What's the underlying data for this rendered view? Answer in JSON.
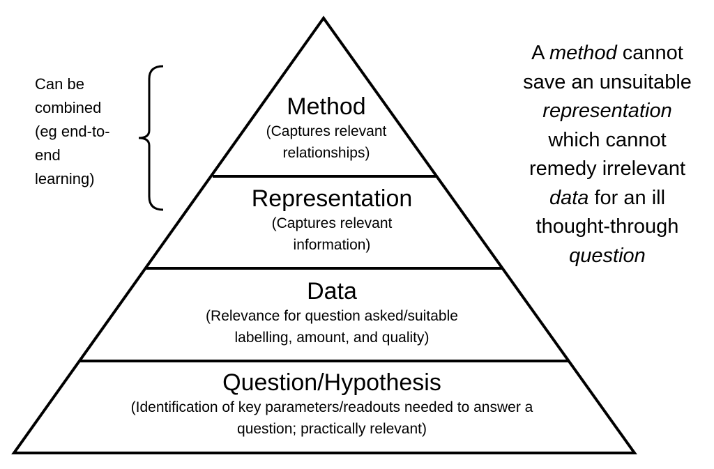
{
  "side_note": {
    "lines": [
      "Can be",
      "combined",
      "(eg end-to-",
      "end",
      "learning)"
    ]
  },
  "tiers": [
    {
      "title": "Method",
      "desc_lines": [
        "(Captures relevant",
        "relationships)"
      ]
    },
    {
      "title": "Representation",
      "desc_lines": [
        "(Captures relevant",
        "information)"
      ]
    },
    {
      "title": "Data",
      "desc_lines": [
        "(Relevance for question asked/suitable",
        "labelling, amount, and quality)"
      ]
    },
    {
      "title": "Question/Hypothesis",
      "desc_lines": [
        "(Identification of key parameters/readouts needed to answer a",
        "question; practically relevant)"
      ]
    }
  ],
  "statement": {
    "lines": [
      {
        "pre": "A ",
        "em": "method",
        "post": " cannot"
      },
      {
        "pre": "save an unsuitable",
        "em": "",
        "post": ""
      },
      {
        "pre": "",
        "em": "representation",
        "post": ""
      },
      {
        "pre": "which cannot",
        "em": "",
        "post": ""
      },
      {
        "pre": "remedy irrelevant",
        "em": "",
        "post": ""
      },
      {
        "pre": "",
        "em": "data",
        "post": " for an ill"
      },
      {
        "pre": "thought-through",
        "em": "",
        "post": ""
      },
      {
        "pre": "",
        "em": "question",
        "post": ""
      }
    ]
  }
}
